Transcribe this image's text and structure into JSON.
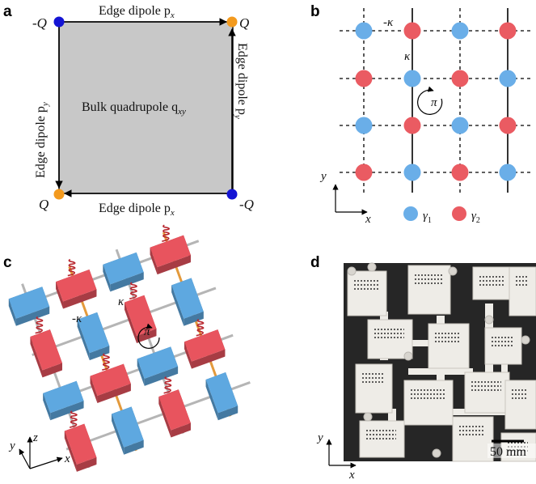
{
  "panels": {
    "a": {
      "label": "a",
      "top_edge": "Edge dipole p",
      "top_edge_sub": "x",
      "bottom_edge": "Edge dipole p",
      "bottom_edge_sub": "x",
      "left_edge": "Edge dipole p",
      "left_edge_sub": "y",
      "right_edge": "Edge dipole p",
      "right_edge_sub": "y",
      "bulk": "Bulk quadrupole q",
      "bulk_sub": "xy",
      "corner_tl": "-Q",
      "corner_tr": "Q",
      "corner_bl": "Q",
      "corner_br": "-Q",
      "color_neg": "#1414d4",
      "color_pos": "#f39a1e",
      "fill": "#c8c8c8"
    },
    "b": {
      "label": "b",
      "neg_kappa": "-κ",
      "kappa": "κ",
      "pi": "π",
      "axis_y": "y",
      "axis_x": "x",
      "legend_1": "γ",
      "legend_1_sub": "1",
      "legend_2": "γ",
      "legend_2_sub": "2",
      "color_1": "#6aaee8",
      "color_2": "#ea5b62"
    },
    "c": {
      "label": "c",
      "neg_kappa": "-κ",
      "kappa": "κ",
      "pi": "π",
      "axis_y": "y",
      "axis_z": "z",
      "axis_x": "x",
      "color_blue": "#5ea8e0",
      "color_red": "#e8545e"
    },
    "d": {
      "label": "d",
      "axis_y": "y",
      "axis_x": "x",
      "scalebar": "50 mm"
    }
  }
}
